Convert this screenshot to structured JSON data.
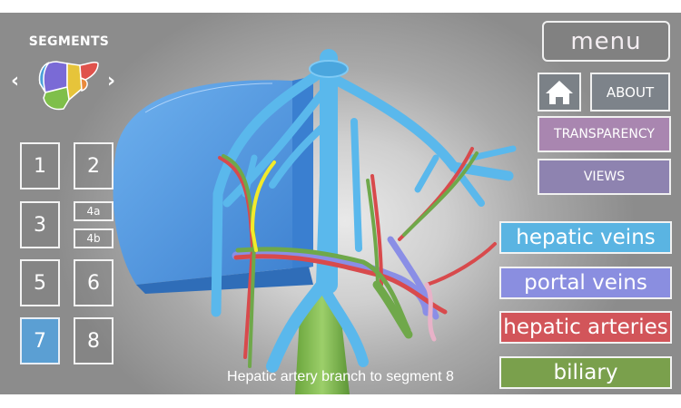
{
  "segments": {
    "title": "SEGMENTS",
    "prev_icon": "‹",
    "next_icon": "›",
    "buttons": [
      {
        "label": "1",
        "active": false
      },
      {
        "label": "2",
        "active": false
      },
      {
        "label": "3",
        "active": false
      },
      {
        "label": "4a",
        "active": false
      },
      {
        "label": "4b",
        "active": false
      },
      {
        "label": "5",
        "active": false
      },
      {
        "label": "6",
        "active": false
      },
      {
        "label": "7",
        "active": true
      },
      {
        "label": "8",
        "active": false
      }
    ],
    "liver_colors": [
      "#7a6ad6",
      "#e6c43a",
      "#e0524c",
      "#e98a3c",
      "#7fbf4a",
      "#4aa0d9"
    ]
  },
  "menu": {
    "menu_label": "menu",
    "home_icon": "home-icon",
    "about_label": "ABOUT",
    "transparency_label": "TRANSPARENCY",
    "views_label": "VIEWS"
  },
  "layers": [
    {
      "label": "hepatic veins",
      "color": "#5ab4e2"
    },
    {
      "label": "portal veins",
      "color": "#8a8ee0"
    },
    {
      "label": "hepatic arteries",
      "color": "#d2555a"
    },
    {
      "label": "biliary",
      "color": "#7aa04c"
    }
  ],
  "caption": "Hepatic artery branch to segment 8",
  "colors": {
    "active_segment": "#5b9fd3",
    "hepatic_vein": "#5ab8ec",
    "portal_vein": "#8a8ee6",
    "artery": "#d84a4c",
    "biliary": "#6fa84a",
    "highlight": "#f2ea2a",
    "liver_segment": "#3f88d6"
  }
}
